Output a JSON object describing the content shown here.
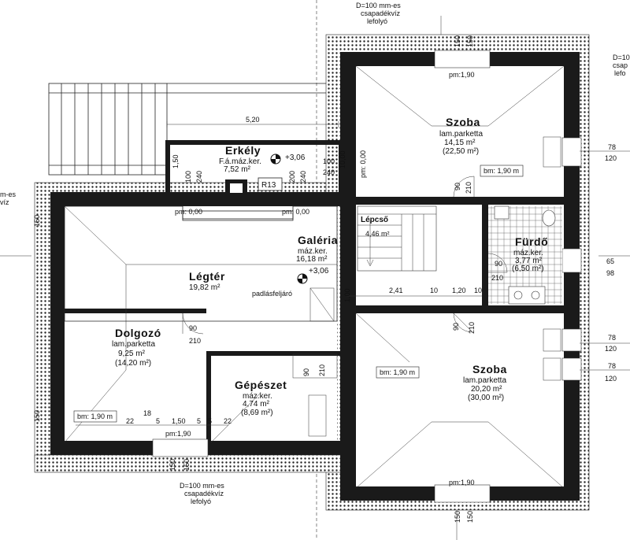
{
  "rooms": {
    "erkely": {
      "name": "Erkély",
      "floor": "F.á.máz.ker.",
      "area": "7,52 m²",
      "level": "+3,06"
    },
    "szoba_top": {
      "name": "Szoba",
      "floor": "lam.parketta",
      "area": "14,15 m²",
      "area2": "(22,50 m²)"
    },
    "lepcso": {
      "name": "Lépcső",
      "area": "4,46 m²"
    },
    "galeria": {
      "name": "Galéria",
      "floor": "máz.ker.",
      "area": "16,18 m²",
      "level": "+3,06"
    },
    "fyrdo": {
      "name": "Fürdő",
      "floor": "máz.ker.",
      "area": "3,77 m²",
      "area2": "(6,50 m²)"
    },
    "legter": {
      "name": "Légtér",
      "area": "19,82 m²"
    },
    "dolgozo": {
      "name": "Dolgozó",
      "floor": "lam.parketta",
      "area": "9,25 m²",
      "area2": "(14,20 m²)"
    },
    "gepeszet": {
      "name": "Gépészet",
      "floor": "máz.ker.",
      "area": "4,74 m²",
      "area2": "(8,69 m²)"
    },
    "szoba_bottom": {
      "name": "Szoba",
      "floor": "lam.parketta",
      "area": "20,20 m²",
      "area2": "(30,00 m²)"
    }
  },
  "notes": {
    "gutter_top_l1": "D=100 mm-es",
    "gutter_top_l2": "csapadékvíz",
    "gutter_top_l3": "lefolyó",
    "gutter_bot_l1": "D=100 mm-es",
    "gutter_bot_l2": "csapadékvíz",
    "gutter_bot_l3": "lefolyó",
    "gutter_left_l1": "m-es",
    "gutter_left_l2": "víz",
    "gutter_right_l1": "D=10",
    "gutter_right_l2": "csap",
    "gutter_right_l3": "lefo",
    "padlas": "padlásfeljáró",
    "r13": "R13"
  },
  "labels": {
    "pm_top_right": "pm:1,90",
    "pm_erkely_left": "pm: 0,00",
    "pm_erkely_right": "pm: 0,00",
    "pm_vertical": "pm: 0,00",
    "pm_dolgozo": "pm:1,90",
    "pm_bottom_right": "pm:1,90",
    "bm_szoba_top": "bm: 1,90 m",
    "bm_dolgozo": "bm: 1,90 m",
    "bm_szoba_bottom": "bm: 1,90 m"
  },
  "dims": {
    "d520": "5,20",
    "d150_erk": "1,50",
    "d100a": "100",
    "d240a": "240",
    "d200b": "200",
    "d240b": "240",
    "d100c": "100",
    "d240c": "240",
    "d90a": "90",
    "d210a": "210",
    "d90b": "90",
    "d210b": "210",
    "d90c": "90",
    "d210c": "210",
    "d90d": "90",
    "d210d": "210",
    "d90e": "90",
    "d210e": "210",
    "d78a": "78",
    "d120a": "120",
    "d78b": "78",
    "d120b": "120",
    "d78c": "78",
    "d120c": "120",
    "d65": "65",
    "d98": "98",
    "d241": "2,41",
    "d10a": "10",
    "d120m": "1,20",
    "d10b": "10",
    "d22a": "22",
    "d18": "18",
    "d5a": "5",
    "d150m": "1,50",
    "d5b": "5",
    "d5c": "5",
    "d22b": "22",
    "d150a": "150",
    "d150b": "150",
    "d150c": "150",
    "d150d": "150",
    "d150e": "150",
    "d150f": "150",
    "d150g": "150",
    "d150h": "150",
    "d1000": "10,00",
    "d100v": "1,00"
  }
}
